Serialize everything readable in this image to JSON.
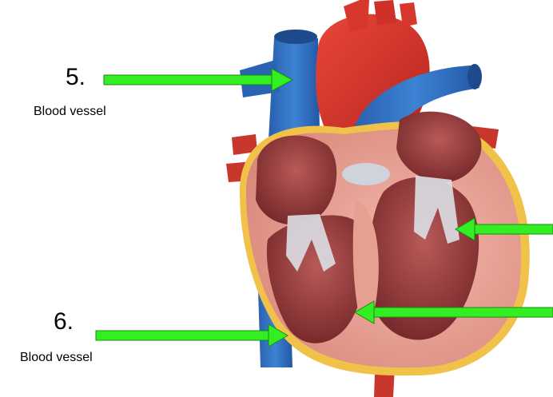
{
  "labels": [
    {
      "number": "5.",
      "caption": "Blood vessel"
    },
    {
      "number": "6.",
      "caption": "Blood vessel"
    }
  ],
  "colors": {
    "arrow": "#33ee22",
    "arrow_outline": "#1a8a10",
    "aorta": "#d7372c",
    "vena_cava": "#2f6fc2",
    "myocardium": "#e8a79b",
    "chamber": "#9a3e3e",
    "fat": "#f0c24a",
    "valve": "#dcdfe6"
  },
  "icons": [
    "arrow-right-icon",
    "arrow-left-icon"
  ]
}
